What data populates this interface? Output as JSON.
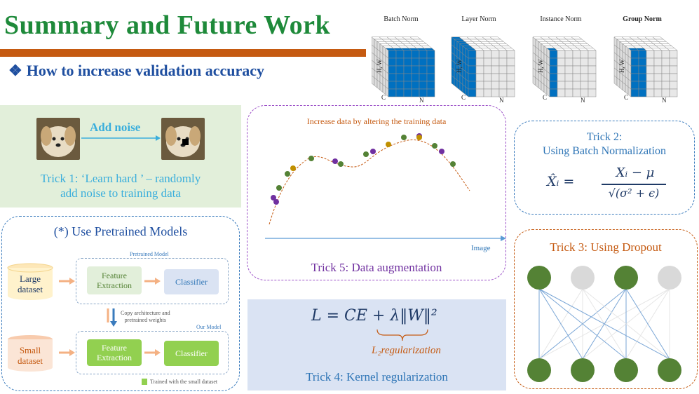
{
  "header": {
    "title": "Summary and Future Work",
    "subtitle": "How to increase validation accuracy"
  },
  "norms": {
    "labels": [
      "Batch Norm",
      "Layer Norm",
      "Instance Norm",
      "Group Norm"
    ],
    "axis_hw": "H, W",
    "axis_c": "C",
    "axis_n": "N"
  },
  "trick1": {
    "add_noise": "Add noise",
    "text_line1": "Trick 1: ‘Learn hard ’ – randomly",
    "text_line2": "add noise to training data"
  },
  "pretrained": {
    "title": "(*) Use Pretrained Models",
    "pretrained_model_label": "Pretrained Model",
    "our_model_label": "Our Model",
    "large_dataset": "Large dataset",
    "small_dataset": "Small dataset",
    "feature_extraction": "Feature Extraction",
    "classifier": "Classifier",
    "copy_note_line1": "Copy architecture and",
    "copy_note_line2": "pretrained weights",
    "legend": "Trained with the small dataset"
  },
  "trick5": {
    "caption": "Increase data by altering the training data",
    "axis_label": "Image",
    "title": "Trick 5: Data augmentation"
  },
  "trick2": {
    "title_line1": "Trick 2:",
    "title_line2": "Using Batch Normalization",
    "formula_lhs": "X̂ᵢ =",
    "formula_num": "Xᵢ − μ",
    "formula_den": "√(σ² + ϵ)"
  },
  "trick3": {
    "title": "Trick 3: Using Dropout"
  },
  "trick4": {
    "formula": "L = CE  + λ‖W‖²",
    "reg_label": "L₂regularization",
    "title": "Trick 4: Kernel regularization"
  },
  "colors": {
    "title_green": "#1e8a3a",
    "accent_orange": "#c55a11",
    "subtitle_blue": "#1f4fa0",
    "trick1_bg": "#e2efda",
    "trick4_bg": "#dae3f3",
    "cube_blue": "#0070c0",
    "node_green": "#548235",
    "node_gray": "#d9d9d9"
  }
}
